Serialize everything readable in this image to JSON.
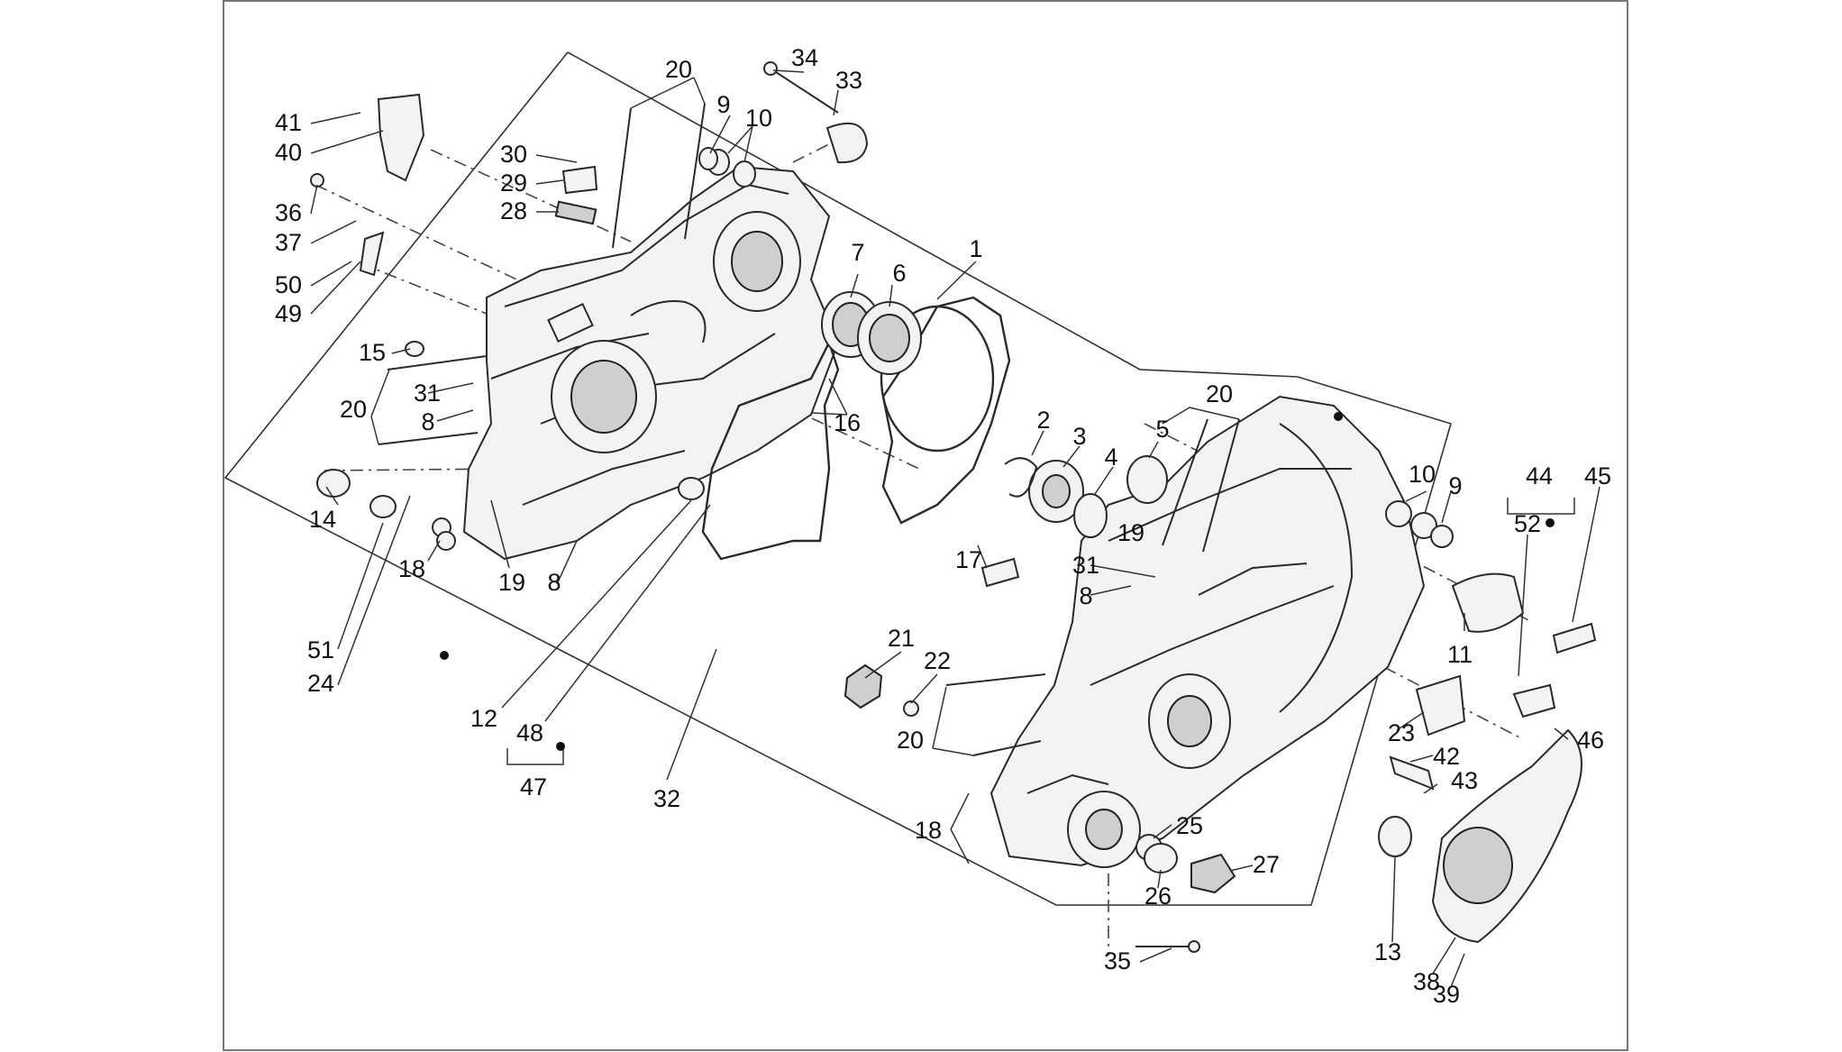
{
  "diagram": {
    "callouts": [
      {
        "id": "c34",
        "text": "34"
      },
      {
        "id": "c33",
        "text": "33"
      },
      {
        "id": "c20a",
        "text": "20"
      },
      {
        "id": "c9a",
        "text": "9"
      },
      {
        "id": "c10a",
        "text": "10"
      },
      {
        "id": "c41",
        "text": "41"
      },
      {
        "id": "c40",
        "text": "40"
      },
      {
        "id": "c30",
        "text": "30"
      },
      {
        "id": "c29",
        "text": "29"
      },
      {
        "id": "c28",
        "text": "28"
      },
      {
        "id": "c36",
        "text": "36"
      },
      {
        "id": "c37",
        "text": "37"
      },
      {
        "id": "c7",
        "text": "7"
      },
      {
        "id": "c6",
        "text": "6"
      },
      {
        "id": "c1",
        "text": "1"
      },
      {
        "id": "c50",
        "text": "50"
      },
      {
        "id": "c49",
        "text": "49"
      },
      {
        "id": "c15",
        "text": "15"
      },
      {
        "id": "c31a",
        "text": "31"
      },
      {
        "id": "c20b",
        "text": "20"
      },
      {
        "id": "c8a",
        "text": "8"
      },
      {
        "id": "c20c",
        "text": "20"
      },
      {
        "id": "c16",
        "text": "16"
      },
      {
        "id": "c2",
        "text": "2"
      },
      {
        "id": "c3",
        "text": "3"
      },
      {
        "id": "c4",
        "text": "4"
      },
      {
        "id": "c5",
        "text": "5"
      },
      {
        "id": "c10b",
        "text": "10"
      },
      {
        "id": "c9b",
        "text": "9"
      },
      {
        "id": "c44",
        "text": "44"
      },
      {
        "id": "c45",
        "text": "45"
      },
      {
        "id": "c14",
        "text": "14"
      },
      {
        "id": "c19a",
        "text": "19"
      },
      {
        "id": "c52",
        "text": "52"
      },
      {
        "id": "c17",
        "text": "17"
      },
      {
        "id": "c31b",
        "text": "31"
      },
      {
        "id": "c8b",
        "text": "8"
      },
      {
        "id": "c18a",
        "text": "18"
      },
      {
        "id": "c19b",
        "text": "19"
      },
      {
        "id": "c8c",
        "text": "8"
      },
      {
        "id": "c11",
        "text": "11"
      },
      {
        "id": "c51",
        "text": "51"
      },
      {
        "id": "c24",
        "text": "24"
      },
      {
        "id": "c21",
        "text": "21"
      },
      {
        "id": "c22",
        "text": "22"
      },
      {
        "id": "c12",
        "text": "12"
      },
      {
        "id": "c48",
        "text": "48"
      },
      {
        "id": "c20d",
        "text": "20"
      },
      {
        "id": "c23",
        "text": "23"
      },
      {
        "id": "c42",
        "text": "42"
      },
      {
        "id": "c46",
        "text": "46"
      },
      {
        "id": "c47",
        "text": "47"
      },
      {
        "id": "c32",
        "text": "32"
      },
      {
        "id": "c43",
        "text": "43"
      },
      {
        "id": "c18b",
        "text": "18"
      },
      {
        "id": "c25",
        "text": "25"
      },
      {
        "id": "c27",
        "text": "27"
      },
      {
        "id": "c26",
        "text": "26"
      },
      {
        "id": "c13",
        "text": "13"
      },
      {
        "id": "c35",
        "text": "35"
      },
      {
        "id": "c38",
        "text": "38"
      },
      {
        "id": "c39",
        "text": "39"
      }
    ]
  }
}
